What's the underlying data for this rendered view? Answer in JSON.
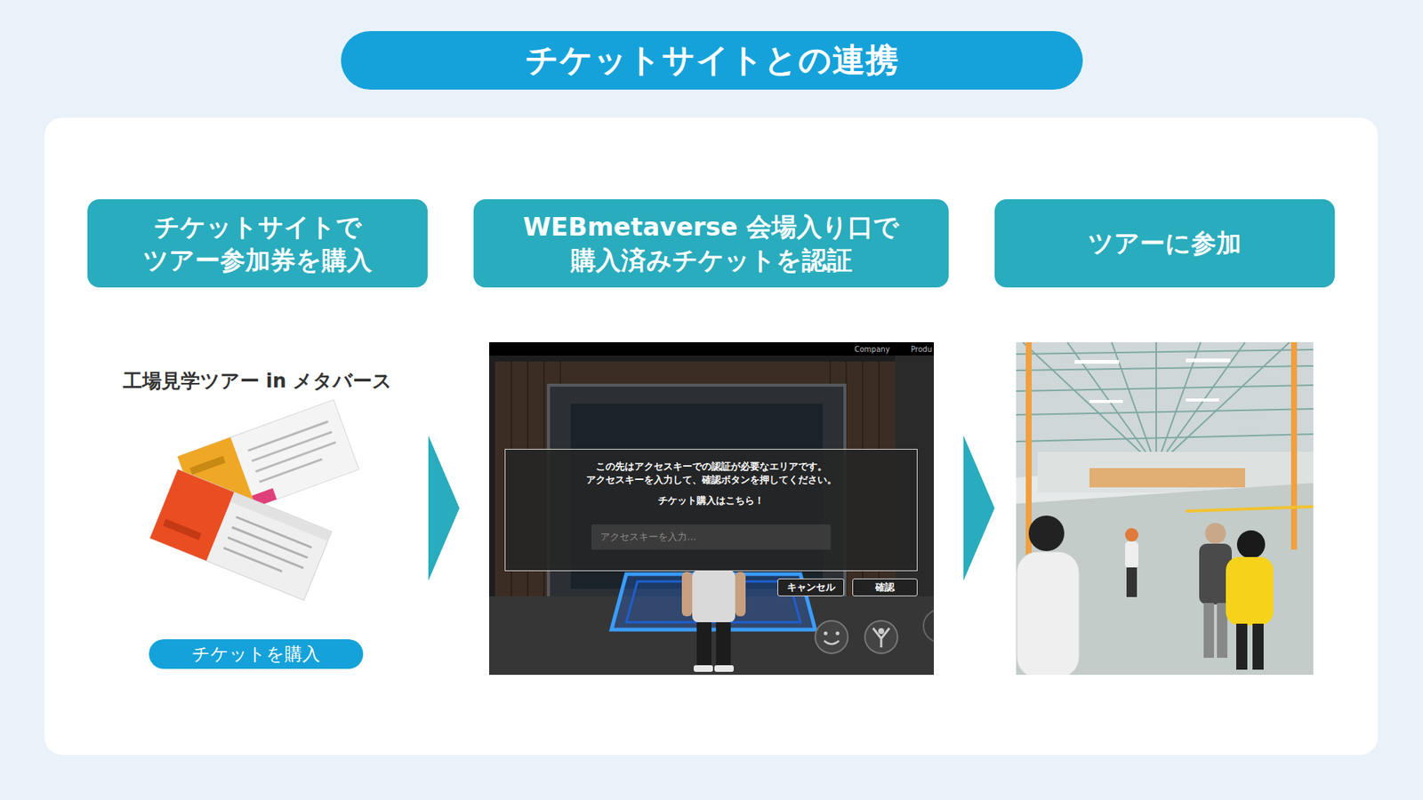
{
  "diagram": {
    "title": "チケットサイトとの連携",
    "nodes": [
      {
        "text": [
          "チケットサイトで ツアー参加券を購入"
        ]
      },
      {
        "text": [
          "WEBmetaverse 会場入り口で 購入済みチケットを認証"
        ]
      },
      {
        "text": [
          "ツアーに参加"
        ]
      },
      {
        "text": [
          "チケットを購入"
        ]
      },
      {
        "text": [
          "この先はアクセスキーでの認証が必要なエリアです。 アクセスキーを入力して、確認ボタンを押してください。",
          "チケット購入はこちら！"
        ]
      },
      {
        "text": [
          "アクセスキーを入力..."
        ],
        "in": 4
      },
      {
        "text": [
          "キャンセル"
        ]
      },
      {
        "text": [
          "確認"
        ]
      }
    ],
    "labels": [
      "工場見学ツアー in メタバース",
      "Company",
      "Produ"
    ]
  }
}
